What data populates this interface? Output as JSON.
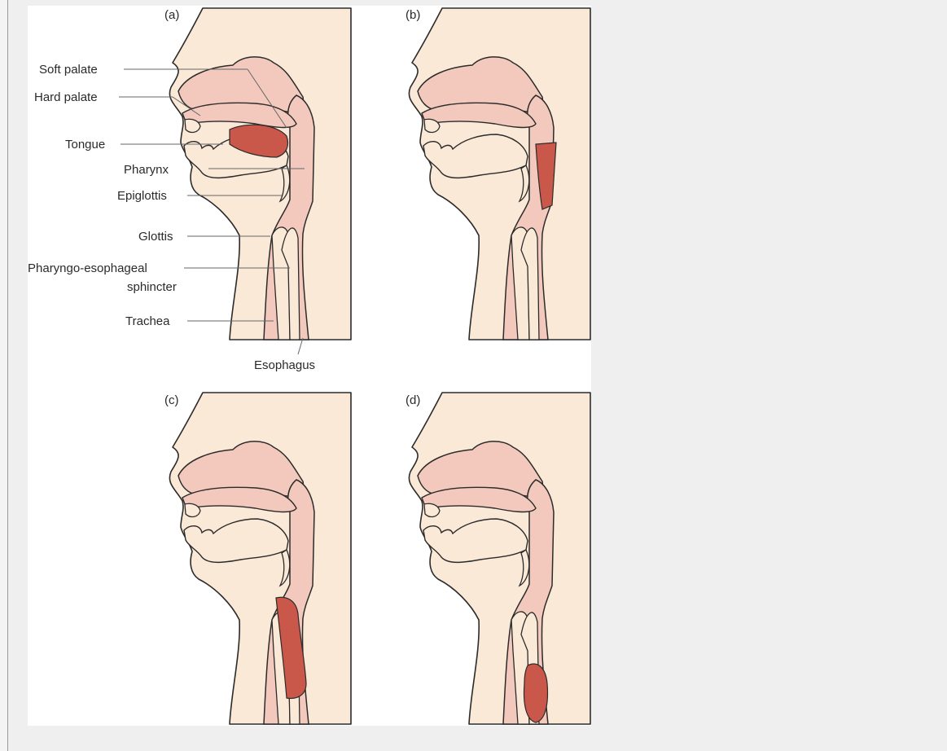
{
  "panels": [
    {
      "letter": "(a)"
    },
    {
      "letter": "(b)"
    },
    {
      "letter": "(c)"
    },
    {
      "letter": "(d)"
    }
  ],
  "labels": {
    "soft_palate": "Soft palate",
    "hard_palate": "Hard palate",
    "tongue": "Tongue",
    "pharynx": "Pharynx",
    "epiglottis": "Epiglottis",
    "glottis": "Glottis",
    "pe_sphincter_line1": "Pharyngo-esophageal",
    "pe_sphincter_line2": "sphincter",
    "trachea": "Trachea",
    "esophagus": "Esophagus"
  },
  "colors": {
    "skin": "#fbe9d7",
    "tissue": "#f3c9bd",
    "bolus": "#c9574a",
    "outline": "#2b2b2b",
    "leader": "#666666"
  }
}
